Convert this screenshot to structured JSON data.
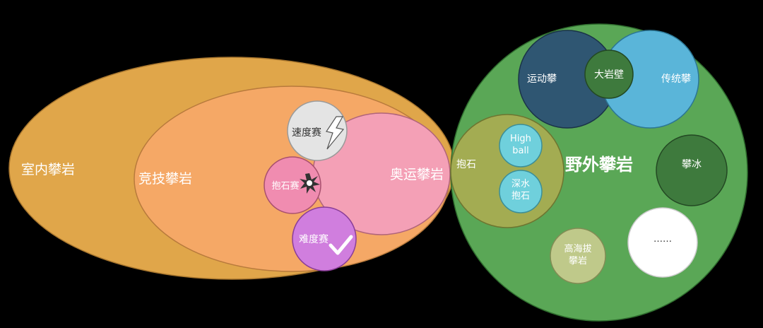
{
  "diagram": {
    "indoor": "室内攀岩",
    "competition": "竞技攀岩",
    "olympic": "奥运攀岩",
    "speed": "速度赛",
    "bouldering_comp": "抱石赛",
    "lead": "难度赛",
    "outdoor": "野外攀岩",
    "sport": "运动攀",
    "bigwall": "大岩壁",
    "trad": "传统攀",
    "outdoor_bouldering": "抱石",
    "highball_1": "High",
    "highball_2": "ball",
    "dws_1": "深水",
    "dws_2": "抱石",
    "ice": "攀冰",
    "alpine_1": "高海拔",
    "alpine_2": "攀岩",
    "more": "……"
  },
  "colors": {
    "indoor": "#e0a64a",
    "competition": "#f5a866",
    "olympic": "#f4a0b6",
    "speed": "#e4e4e4",
    "bouldering_comp": "#f08cb0",
    "lead": "#d07ede",
    "outdoor": "#5aa756",
    "sport": "#2f5672",
    "bigwall": "#3e7a3d",
    "trad": "#5ab5d9",
    "outdoor_bouldering": "#a3ac52",
    "highball": "#6fd0dc",
    "ice": "#3e7a3d",
    "alpine": "#bfc98a",
    "more": "#ffffff"
  },
  "icons": [
    "lightning-icon",
    "explosion-icon",
    "checkmark-icon"
  ]
}
